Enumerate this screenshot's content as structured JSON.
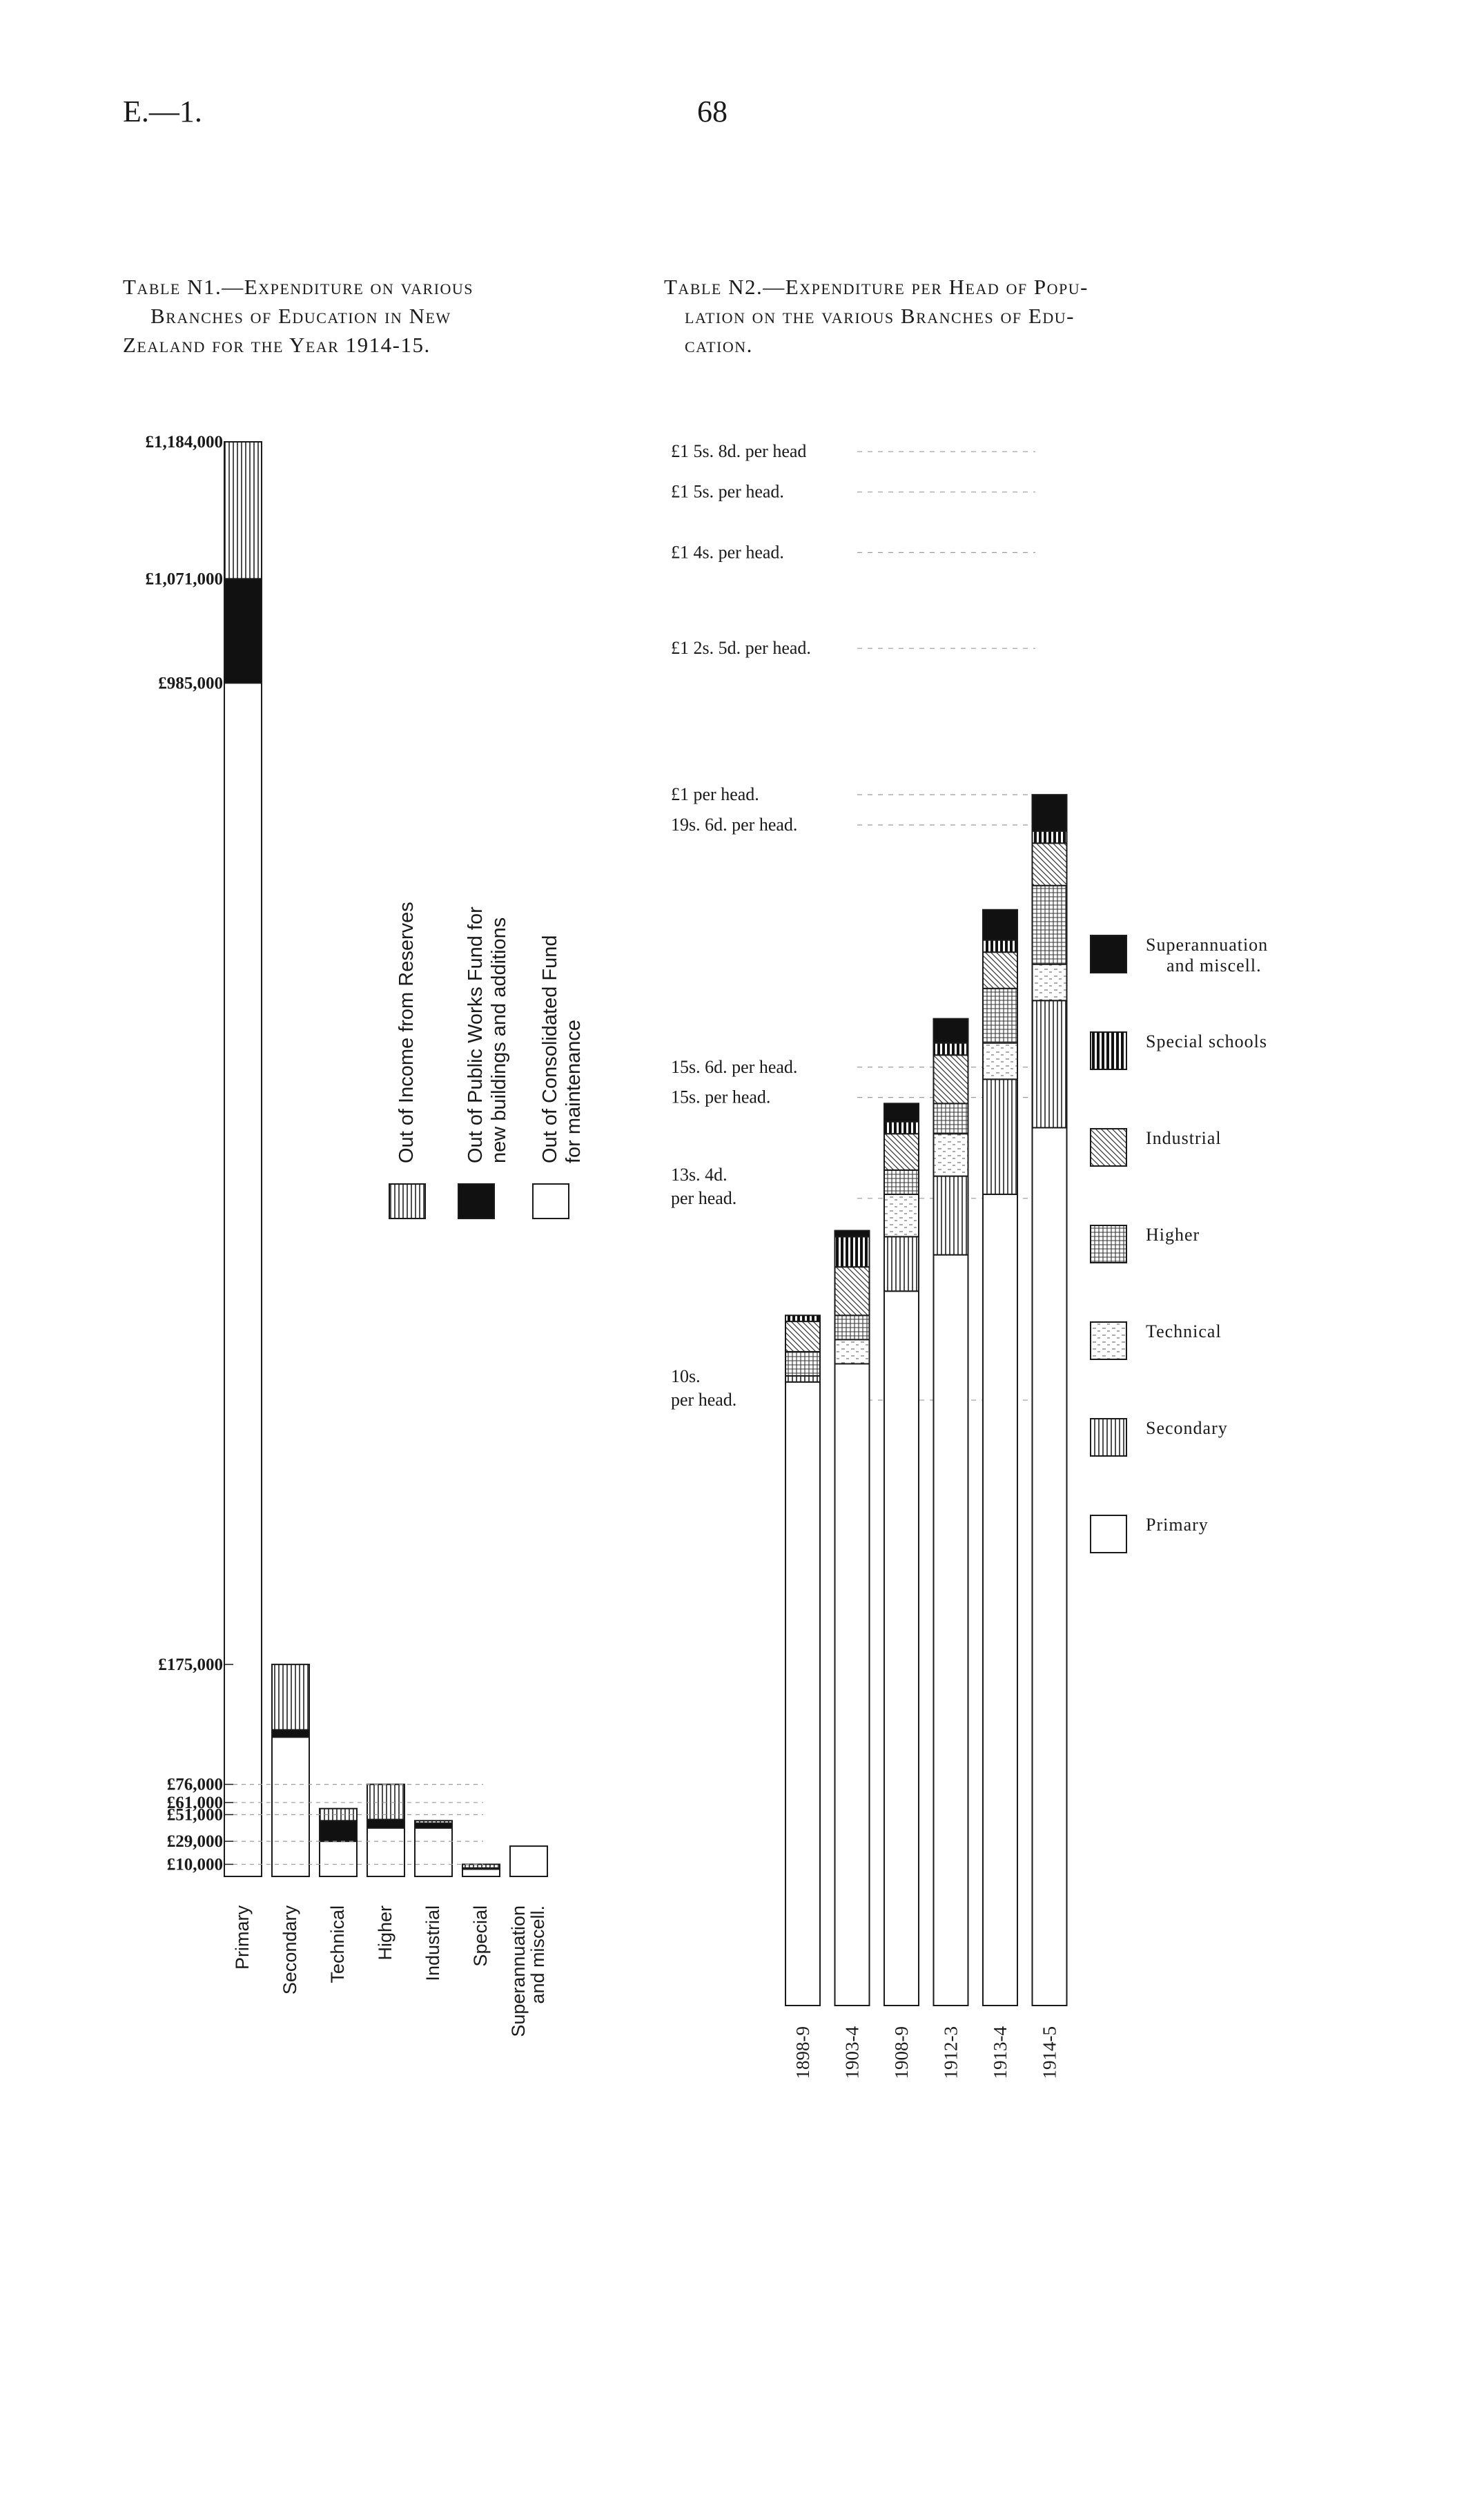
{
  "page": {
    "ref": "E.—1.",
    "number": "68"
  },
  "colors": {
    "ink": "#1a1a1a",
    "paper": "#ffffff",
    "solid": "#111111",
    "guide": "#9a9a9a"
  },
  "chart_data": [
    {
      "type": "bar",
      "stacked": true,
      "title": [
        "Table N1.—Expenditure on various",
        "Branches of Education in New",
        "Zealand for the Year 1914-15."
      ],
      "categories": [
        "Primary",
        "Secondary",
        "Technical",
        "Higher",
        "Industrial",
        "Special",
        "Superannuation and miscell."
      ],
      "category_lines": [
        [
          "Primary"
        ],
        [
          "Secondary"
        ],
        [
          "Technical"
        ],
        [
          "Higher"
        ],
        [
          "Industrial"
        ],
        [
          "Special"
        ],
        [
          "Superannuation",
          "and miscell."
        ]
      ],
      "series": [
        {
          "name": "Out of Consolidated Fund for maintenance",
          "name_lines": [
            "Out of Consolidated Fund",
            "for maintenance"
          ],
          "pattern": "plain",
          "values": [
            985000,
            115000,
            29000,
            40000,
            40000,
            6000,
            25000
          ]
        },
        {
          "name": "Out of Public Works Fund for new buildings and additions",
          "name_lines": [
            "Out of Public Works Fund for",
            "new buildings and additions"
          ],
          "pattern": "solid",
          "values": [
            86000,
            6000,
            17000,
            7000,
            4000,
            1000,
            0
          ]
        },
        {
          "name": "Out of Income from Reserves",
          "name_lines": [
            "Out of Income from Reserves"
          ],
          "pattern": "vstripe",
          "values": [
            113000,
            54000,
            10000,
            29000,
            2000,
            3000,
            0
          ]
        }
      ],
      "ytick_labels": [
        {
          "label": "£1,184,000",
          "value": 1184000
        },
        {
          "label": "£1,071,000",
          "value": 1071000
        },
        {
          "label": "£985,000",
          "value": 985000
        },
        {
          "label": "£175,000",
          "value": 175000
        },
        {
          "label": "£76,000",
          "value": 76000
        },
        {
          "label": "£61,000",
          "value": 61000
        },
        {
          "label": "£51,000",
          "value": 51000
        },
        {
          "label": "£29,000",
          "value": 29000
        },
        {
          "label": "£10,000",
          "value": 10000
        }
      ],
      "ylim": [
        0,
        1184000
      ],
      "legend_position": "center, rotated"
    },
    {
      "type": "bar",
      "stacked": true,
      "title": [
        "Table N2.—Expenditure per Head of Popu-",
        "lation on the various Branches of Edu-",
        "cation."
      ],
      "unit": "shillings per head",
      "categories": [
        "1898-9",
        "1903-4",
        "1908-9",
        "1912-3",
        "1913-4",
        "1914-5"
      ],
      "series": [
        {
          "name": "Primary",
          "pattern": "plain",
          "values": [
            10.3,
            10.6,
            11.8,
            12.4,
            13.4,
            14.5
          ]
        },
        {
          "name": "Secondary",
          "pattern": "vstripe",
          "values": [
            0.1,
            0.0,
            0.9,
            1.3,
            1.9,
            2.1
          ]
        },
        {
          "name": "Technical",
          "pattern": "dash",
          "values": [
            0.0,
            0.4,
            0.7,
            0.7,
            0.6,
            0.6
          ]
        },
        {
          "name": "Higher",
          "pattern": "grid",
          "values": [
            0.4,
            0.4,
            0.4,
            0.5,
            0.9,
            1.3
          ]
        },
        {
          "name": "Industrial",
          "pattern": "diag",
          "values": [
            0.5,
            0.8,
            0.6,
            0.8,
            0.6,
            0.7
          ]
        },
        {
          "name": "Special schools",
          "pattern": "bars",
          "values": [
            0.1,
            0.5,
            0.2,
            0.2,
            0.2,
            0.2
          ]
        },
        {
          "name": "Superannuation and miscell.",
          "name_lines": [
            "Superannuation",
            "and miscell."
          ],
          "pattern": "solid",
          "values": [
            0.0,
            0.1,
            0.3,
            0.4,
            0.5,
            0.6
          ]
        }
      ],
      "reference_lines": [
        {
          "label": [
            "£1 5s. 8d. per head"
          ],
          "value": 25.667
        },
        {
          "label": [
            "£1 5s. per head."
          ],
          "value": 25.0
        },
        {
          "label": [
            "£1 4s. per head."
          ],
          "value": 24.0
        },
        {
          "label": [
            "£1 2s. 5d. per head."
          ],
          "value": 22.417
        },
        {
          "label": [
            "£1 per head."
          ],
          "value": 20.0
        },
        {
          "label": [
            "19s. 6d. per head."
          ],
          "value": 19.5
        },
        {
          "label": [
            "15s. 6d. per head."
          ],
          "value": 15.5
        },
        {
          "label": [
            "15s. per head."
          ],
          "value": 15.0
        },
        {
          "label": [
            "13s. 4d.",
            "per head."
          ],
          "value": 13.333
        },
        {
          "label": [
            "10s.",
            "per head."
          ],
          "value": 10.0
        }
      ],
      "ylim": [
        0,
        26
      ],
      "legend_position": "right"
    }
  ]
}
